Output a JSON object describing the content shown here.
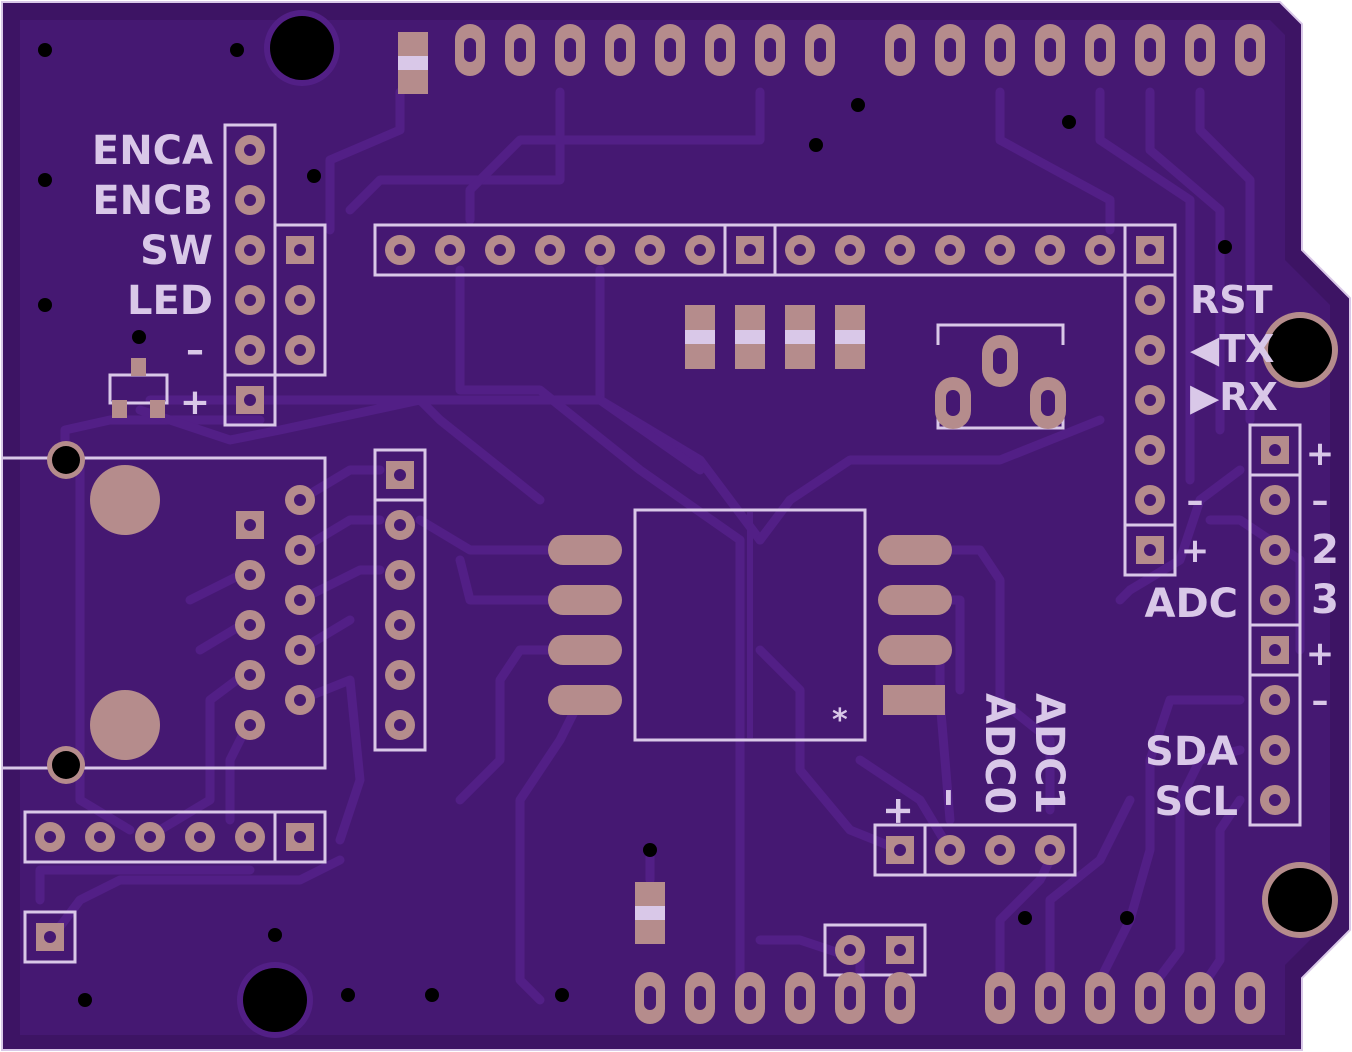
{
  "board": {
    "colors": {
      "substrate": "#3d1464",
      "copper_pour": "#451872",
      "trace": "#521f86",
      "silkscreen": "#d9c8e8",
      "pad": "#b58c8c",
      "hole": "#000000"
    }
  },
  "labels": {
    "enca": "ENCA",
    "encb": "ENCB",
    "sw": "SW",
    "led": "LED",
    "enc_minus": "–",
    "enc_plus": "+",
    "rst": "RST",
    "tx": "◀TX",
    "rx": "▶RX",
    "serial_minus": "–",
    "serial_plus": "+",
    "right_plus_1": "+",
    "right_minus_1": "–",
    "adc_2": "2",
    "adc_3": "3",
    "adc": "ADC",
    "right_plus_2": "+",
    "right_minus_2": "–",
    "sda": "SDA",
    "scl": "SCL",
    "adc1": "ADC1",
    "adc0": "ADC0",
    "bottom_plus": "+",
    "bottom_minus": "–",
    "pin1_marker": "*"
  }
}
